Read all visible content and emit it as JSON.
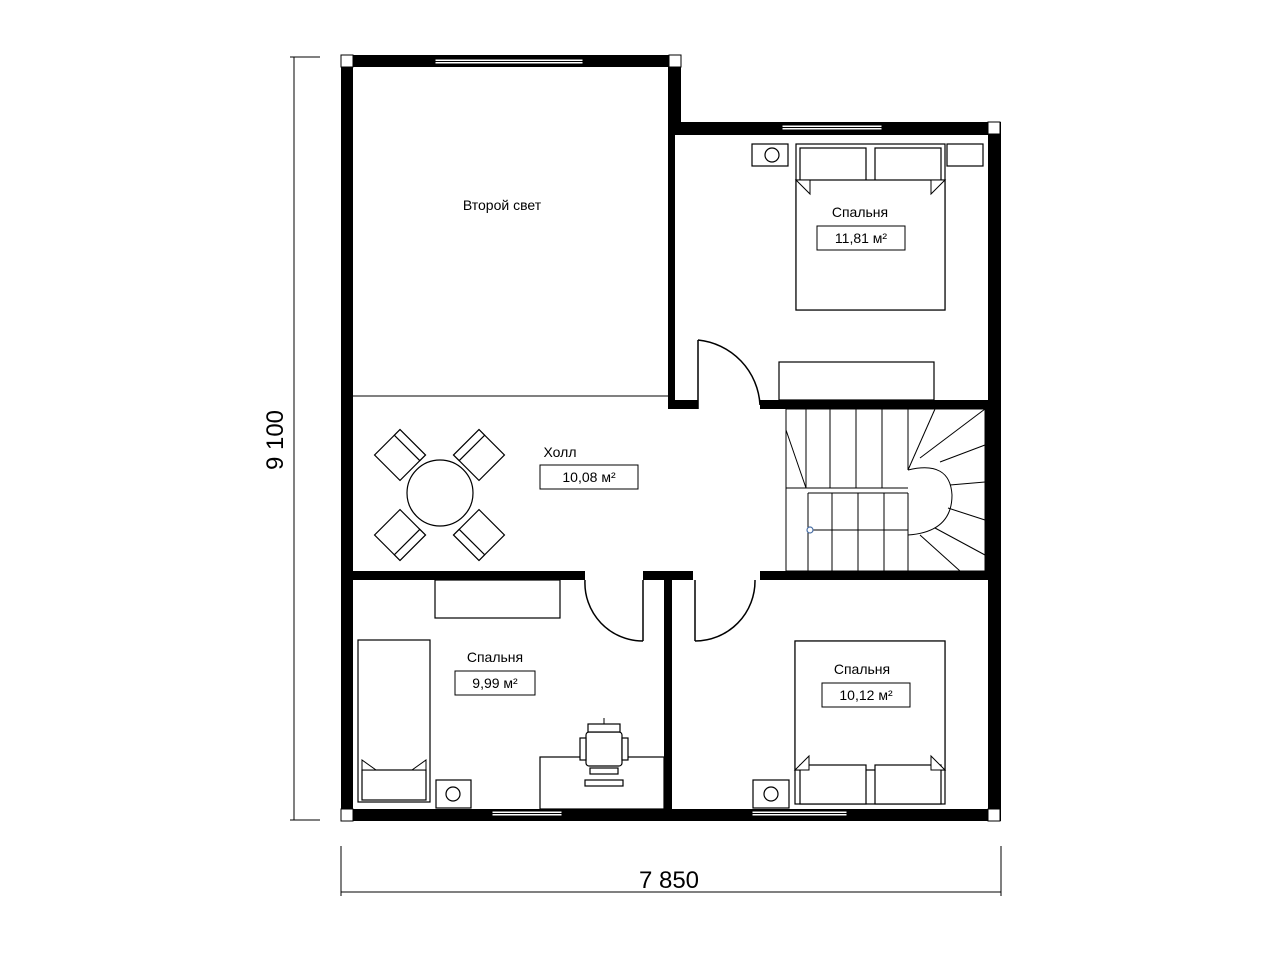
{
  "dimensions": {
    "width": "7 850",
    "height": "9 100"
  },
  "rooms": {
    "second_light": {
      "name": "Второй свет"
    },
    "hall": {
      "name": "Холл",
      "area": "10,08 м²"
    },
    "bedroom_top": {
      "name": "Спальня",
      "area": "11,81 м²"
    },
    "bedroom_left": {
      "name": "Спальня",
      "area": "9,99 м²"
    },
    "bedroom_right": {
      "name": "Спальня",
      "area": "10,12 м²"
    }
  }
}
